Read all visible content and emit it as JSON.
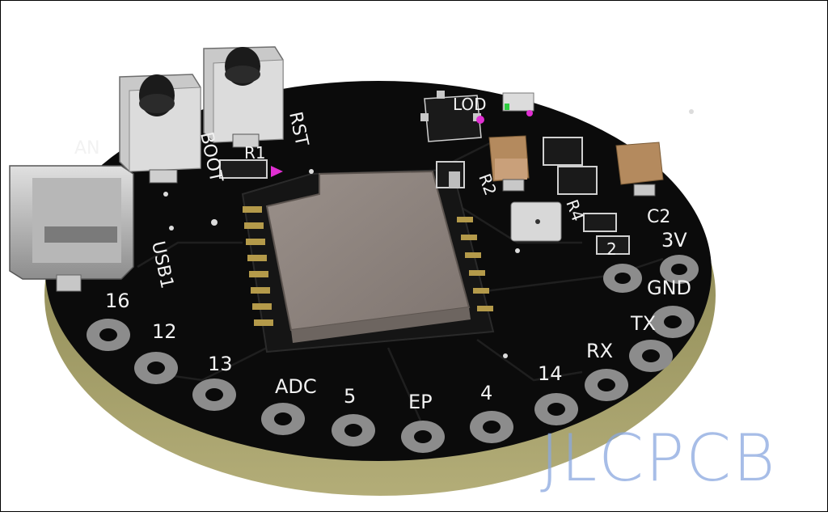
{
  "board": {
    "pin_labels": [
      "16",
      "12",
      "13",
      "ADC",
      "5",
      "EP",
      "4",
      "14",
      "RX",
      "TX",
      "GND",
      "3V"
    ],
    "component_labels": [
      "RST",
      "BOOT",
      "R1",
      "R2",
      "R4",
      "C2",
      "USB1",
      "AN",
      "LOD",
      "2"
    ],
    "colors": {
      "solder_mask": "#0b0b0b",
      "substrate": "#8f8a55",
      "pad_ring": "#8c8c8c",
      "shield": "#8b807a",
      "button_body": "#c9c9c9",
      "capacitor": "#b48a5e"
    }
  },
  "watermark": {
    "text": "JLCPCB"
  }
}
